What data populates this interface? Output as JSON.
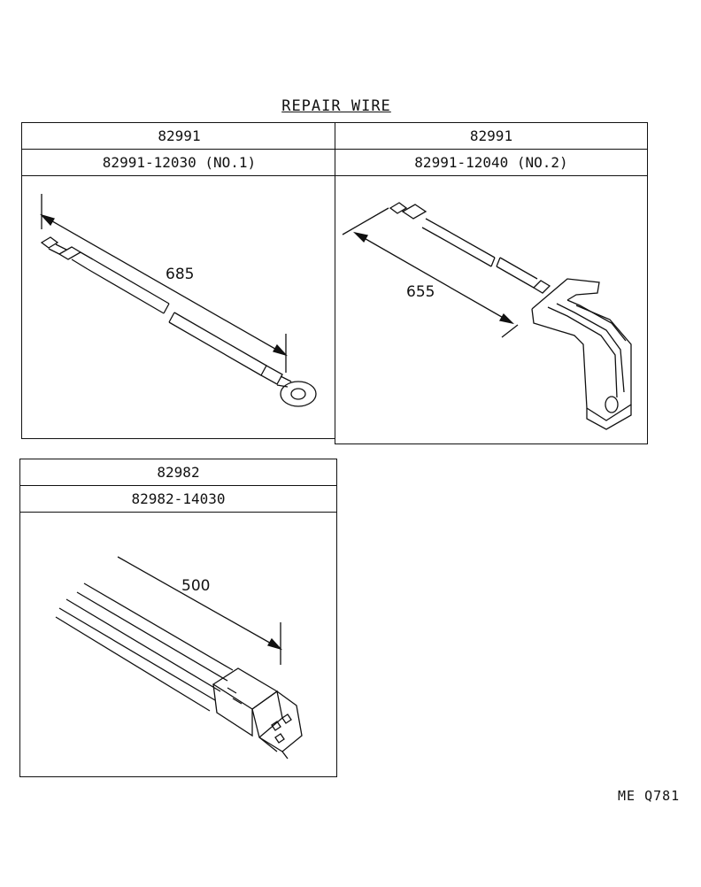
{
  "title": "REPAIR WIRE",
  "panels": [
    {
      "code": "82991",
      "part_number": "82991-12030 (NO.1)",
      "dimension": "685"
    },
    {
      "code": "82991",
      "part_number": "82991-12040 (NO.2)",
      "dimension": "655"
    },
    {
      "code": "82982",
      "part_number": "82982-14030",
      "dimension": "500"
    }
  ],
  "figure_id": "ME Q781"
}
